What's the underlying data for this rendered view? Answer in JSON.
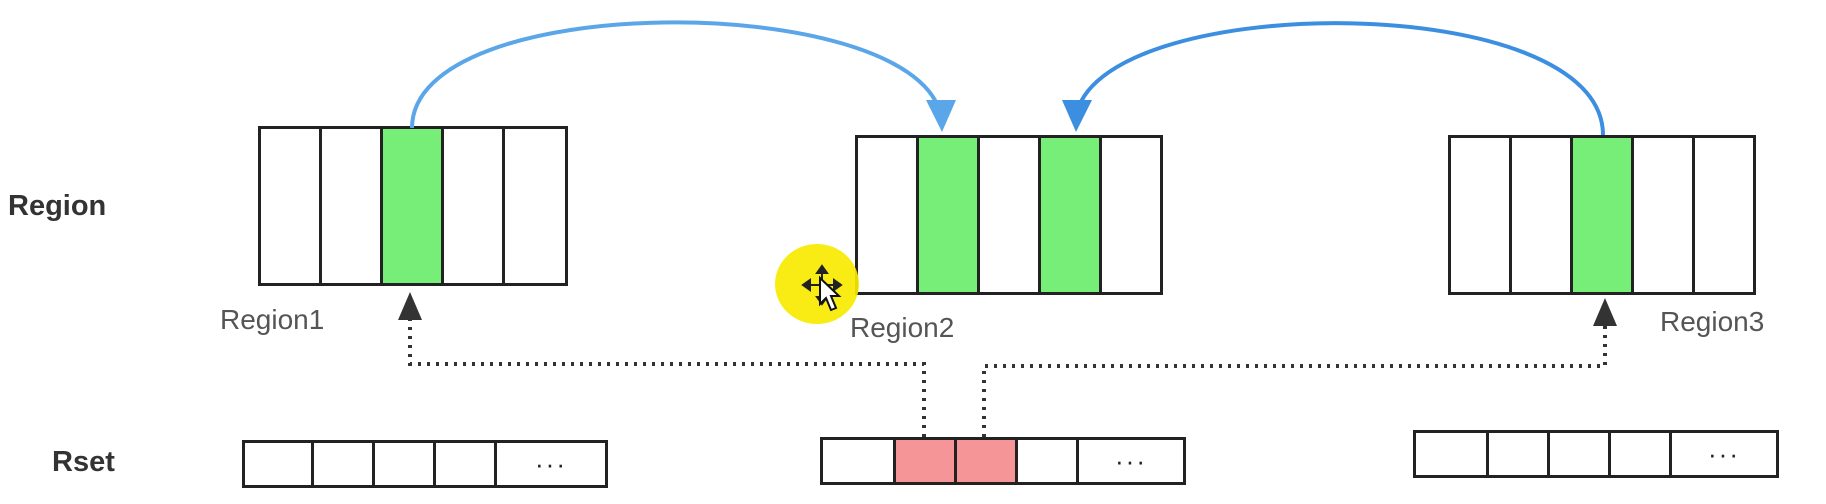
{
  "row_labels": {
    "region": "Region",
    "rset": "Rset"
  },
  "regions": [
    {
      "name": "Region1",
      "cells": 5,
      "highlighted": [
        2
      ]
    },
    {
      "name": "Region2",
      "cells": 5,
      "highlighted": [
        1,
        3
      ]
    },
    {
      "name": "Region3",
      "cells": 5,
      "highlighted": [
        2
      ]
    }
  ],
  "rsets": [
    {
      "cells": 4,
      "highlighted": [],
      "ellipsis": "···"
    },
    {
      "cells": 4,
      "highlighted": [
        1,
        2
      ],
      "ellipsis": "···"
    },
    {
      "cells": 4,
      "highlighted": [],
      "ellipsis": "···"
    }
  ],
  "colors": {
    "card_entry": "#77ee77",
    "rset_entry": "#f69598",
    "reference_arrow": "#5aa6e8",
    "pointer_arrow": "#333333",
    "cursor_highlight": "#f7ea00"
  }
}
